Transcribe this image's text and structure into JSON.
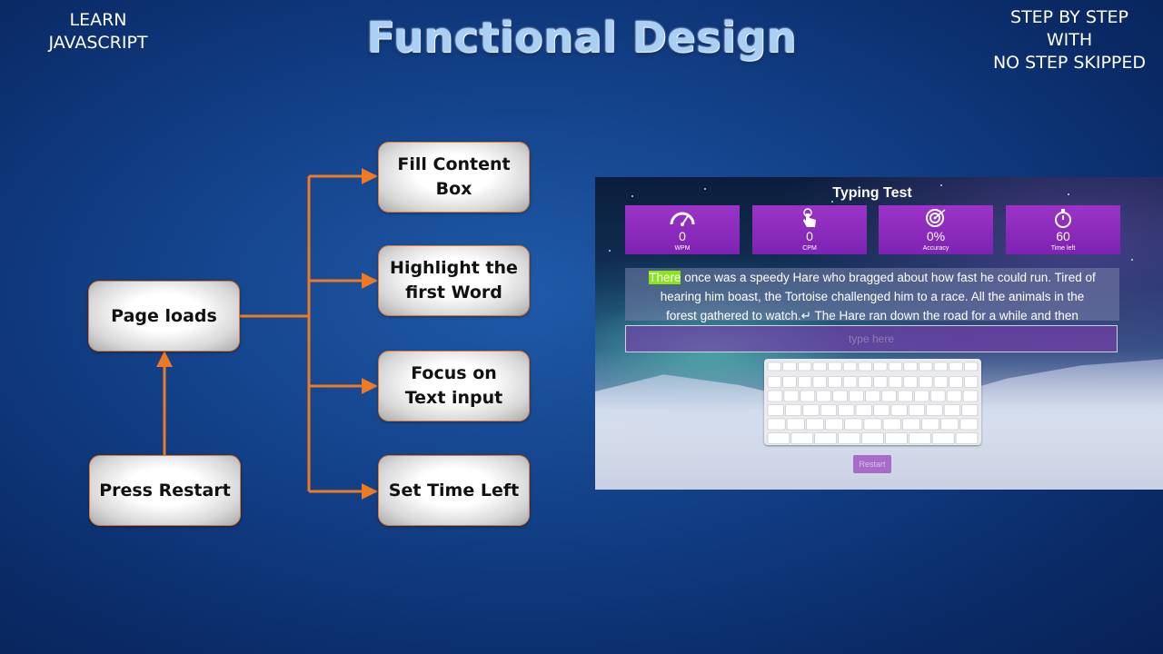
{
  "corner_left": [
    "LEARN",
    "JAVASCRIPT"
  ],
  "corner_right": [
    "STEP BY STEP",
    "WITH",
    "NO STEP SKIPPED"
  ],
  "title": "Functional Design",
  "flow": {
    "page_loads": "Page loads",
    "press_restart": "Press Restart",
    "fill_content": [
      "Fill Content",
      "Box"
    ],
    "highlight_word": [
      "Highlight the",
      "first Word"
    ],
    "focus_input": [
      "Focus on",
      "Text input"
    ],
    "set_time": "Set Time Left"
  },
  "colors": {
    "connector": "#f07a22",
    "box_border": "#e07a2e",
    "title": "#a9cff5",
    "highlight": "#8be31c"
  },
  "screenshot": {
    "app_title": "Typing Test",
    "stats": [
      {
        "icon": "speedometer-icon",
        "value": "0",
        "label": "WPM"
      },
      {
        "icon": "tap-hand-icon",
        "value": "0",
        "label": "CPM"
      },
      {
        "icon": "target-icon",
        "value": "0%",
        "label": "Accuracy"
      },
      {
        "icon": "stopwatch-icon",
        "value": "60",
        "label": "Time left"
      }
    ],
    "text_highlight": "There",
    "text_line1_rest": " once was a speedy Hare who bragged about how fast he could run. Tired of",
    "text_line2": "hearing him boast, the Tortoise challenged him to a race. All the animals in the",
    "text_line3": "forest gathered to watch.↵ The Hare ran down the road for a while and then",
    "input_placeholder": "type here",
    "restart_label": "Restart"
  }
}
